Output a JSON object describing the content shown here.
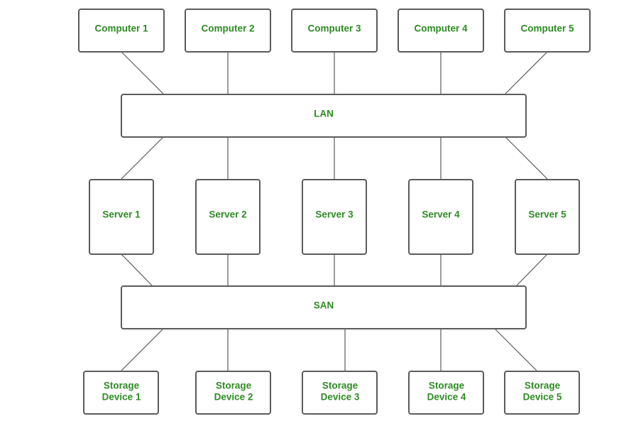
{
  "colors": {
    "label": "#2e8b23",
    "border": "#5b5b5b",
    "background": "#ffffff"
  },
  "computers": [
    {
      "label": "Computer 1"
    },
    {
      "label": "Computer 2"
    },
    {
      "label": "Computer 3"
    },
    {
      "label": "Computer 4"
    },
    {
      "label": "Computer 5"
    }
  ],
  "lan": {
    "label": "LAN"
  },
  "servers": [
    {
      "label": "Server 1"
    },
    {
      "label": "Server 2"
    },
    {
      "label": "Server 3"
    },
    {
      "label": "Server 4"
    },
    {
      "label": "Server 5"
    }
  ],
  "san": {
    "label": "SAN"
  },
  "storage": [
    {
      "line1": "Storage",
      "line2": "Device 1"
    },
    {
      "line1": "Storage",
      "line2": "Device 2"
    },
    {
      "line1": "Storage",
      "line2": "Device 3"
    },
    {
      "line1": "Storage",
      "line2": "Device 4"
    },
    {
      "line1": "Storage",
      "line2": "Device 5"
    }
  ]
}
